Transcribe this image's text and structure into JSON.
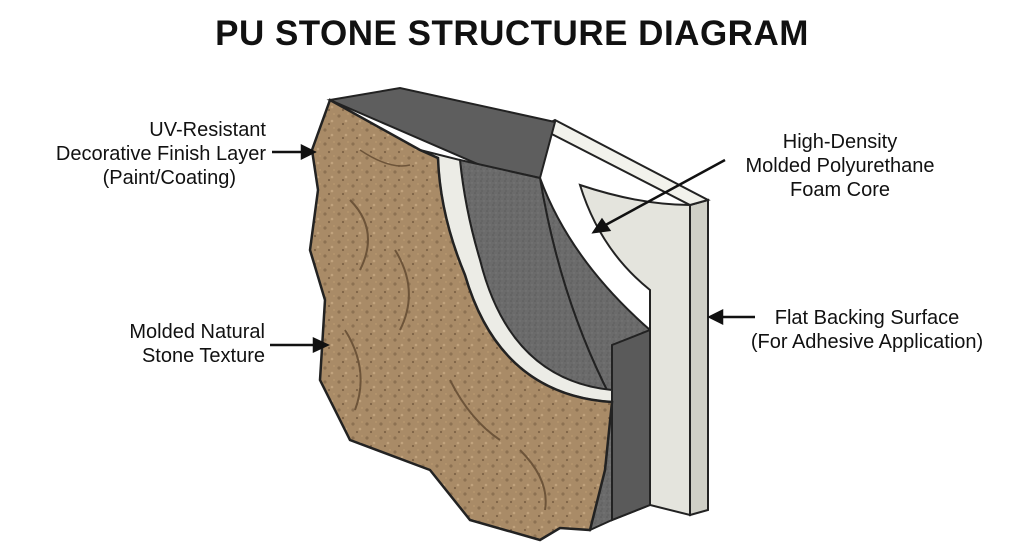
{
  "title": "PU STONE STRUCTURE DIAGRAM",
  "labels": {
    "finish_layer": [
      "UV-Resistant",
      "Decorative Finish Layer",
      "(Paint/Coating)"
    ],
    "foam_core": [
      "High-Density",
      "Molded Polyurethane",
      "Foam Core"
    ],
    "stone_texture": [
      "Molded Natural",
      "Stone Texture"
    ],
    "backing": [
      "Flat Backing Surface",
      "(For Adhesive Application)"
    ]
  },
  "colors": {
    "stone": "#a88a66",
    "stone_dark": "#7d6347",
    "foam": "#6a6a6a",
    "foam_dark": "#4a4a4a",
    "finish_white": "#e9e9e4",
    "backing": "#e3e3dc",
    "outline": "#222222"
  }
}
